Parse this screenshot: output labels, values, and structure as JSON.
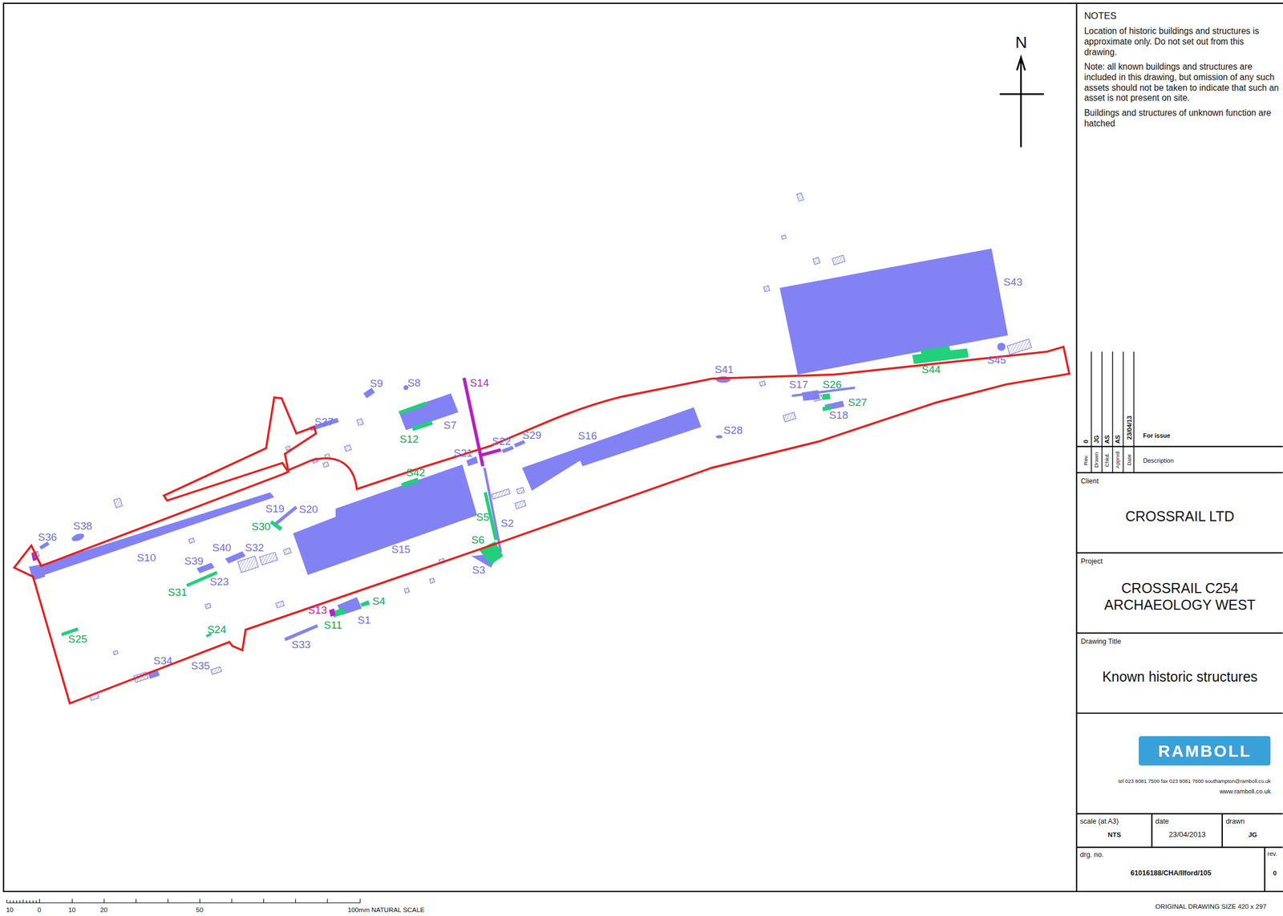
{
  "diagram": {
    "nodes": [
      {
        "text": [
          "NOTES",
          "Location of historic buildings and structures is approximate only. Do not set out from this drawing.",
          "Note: all known buildings and structures are included in this drawing, but omission of any such assets should not be taken to indicate that such an asset is not present on site.",
          "Buildings and structures of unknown function are hatched"
        ]
      },
      {
        "text": [
          "Client",
          "CROSSRAIL LTD"
        ]
      },
      {
        "text": [
          "Project",
          "CROSSRAIL C254 ARCHAEOLOGY WEST"
        ]
      },
      {
        "text": [
          "Drawing Title",
          "Known historic structures"
        ]
      },
      {
        "text": [
          "RAMBOLL"
        ]
      },
      {
        "text": [
          "scale (at A3)",
          "NTS"
        ]
      },
      {
        "text": [
          "date",
          "23/04/2013"
        ]
      },
      {
        "text": [
          "drawn",
          "JG"
        ]
      },
      {
        "text": [
          "drg. no.",
          "61016188/CHA/Ilford/105"
        ]
      },
      {
        "text": [
          "rev.",
          "0"
        ]
      }
    ],
    "labels": [
      "N",
      "S1",
      "S2",
      "S3",
      "S4",
      "S5",
      "S6",
      "S7",
      "S8",
      "S9",
      "S10",
      "S11",
      "S12",
      "S13",
      "S14",
      "S15",
      "S16",
      "S17",
      "S18",
      "S19",
      "S20",
      "S21",
      "S22",
      "S23",
      "S24",
      "S25",
      "S26",
      "S27",
      "S28",
      "S29",
      "S30",
      "S31",
      "S32",
      "S33",
      "S34",
      "S35",
      "S36",
      "S37",
      "S38",
      "S39",
      "S40",
      "S41",
      "S42",
      "S43",
      "S44",
      "S45",
      "0",
      "JG",
      "AS",
      "AS",
      "23/04/13",
      "For issue",
      "Rev.",
      "Drawn",
      "Chkd.",
      "Apprvd",
      "Date",
      "Description",
      "tel 023 8081 7500 fax 023 8081 7600 southampton@ramboll.co.uk",
      "www.ramboll.co.uk",
      "10",
      "0",
      "10",
      "20",
      "50",
      "100mm NATURAL SCALE",
      "ORIGINAL DRAWING SIZE 420 x 297"
    ]
  }
}
